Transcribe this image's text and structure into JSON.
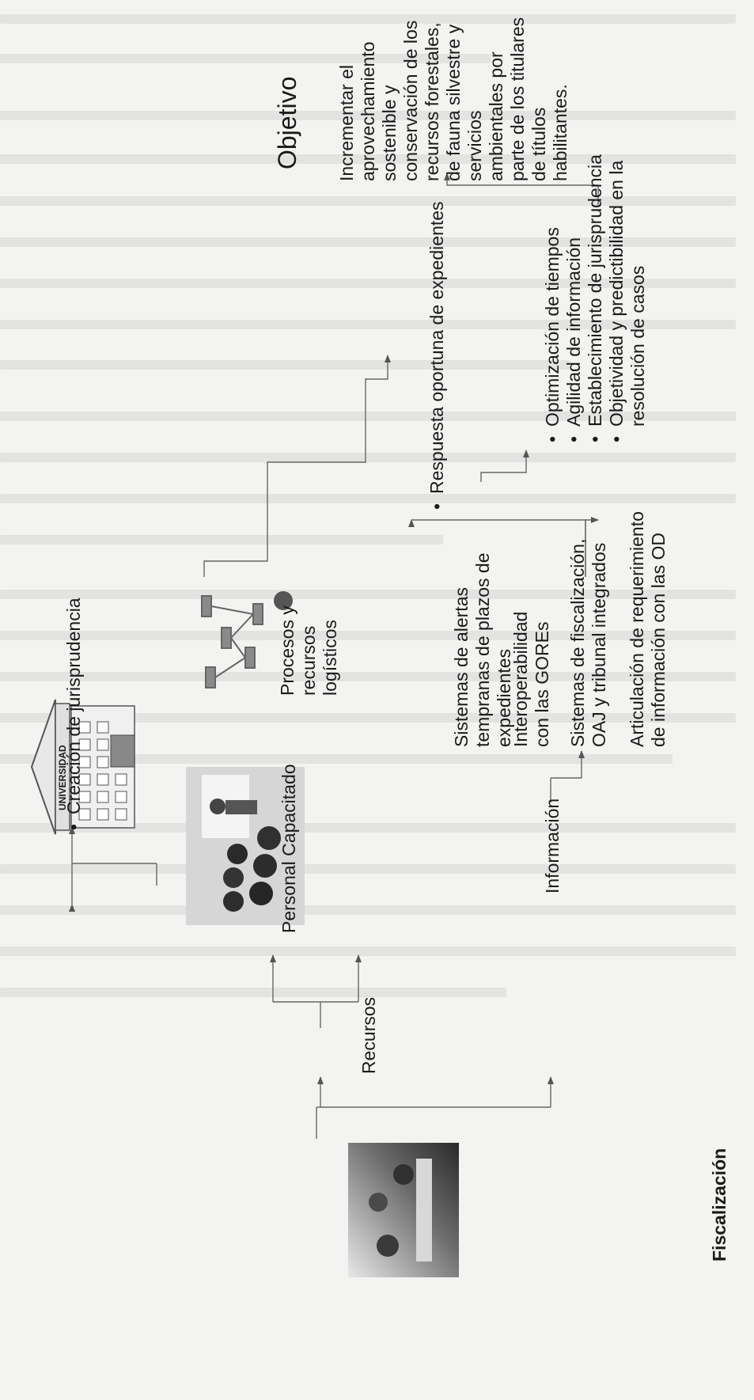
{
  "nodes": {
    "root": "Fiscalización",
    "recursos": "Recursos",
    "informacion": "Información",
    "personal": "Personal Capacitado",
    "procesos": "Procesos y recursos logísticos",
    "jurisprudencia": "Creación de jurisprudencia",
    "respuesta": "Respuesta oportuna de expedientes",
    "objetivo_title": "Objetivo",
    "objetivo_text": "Incrementar el aprovechamiento sostenible y conservación de los recursos forestales, de fauna silvestre y servicios ambientales por parte de los titulares de títulos habilitantes."
  },
  "info_items": [
    "Sistemas de alertas tempranas de plazos de expedientes",
    "Interoperabilidad con las GOREs",
    "Sistemas de fiscalización, OAJ y tribunal integrados",
    "Articulación de requerimiento de información con las OD"
  ],
  "outcomes": [
    "Optimización de tiempos",
    "Agilidad de información",
    "Establecimiento de jurisprudencia",
    "Objetividad y predictibilidad en la resolución de casos"
  ],
  "images": {
    "university_sign": "UNIVERSIDAD"
  }
}
